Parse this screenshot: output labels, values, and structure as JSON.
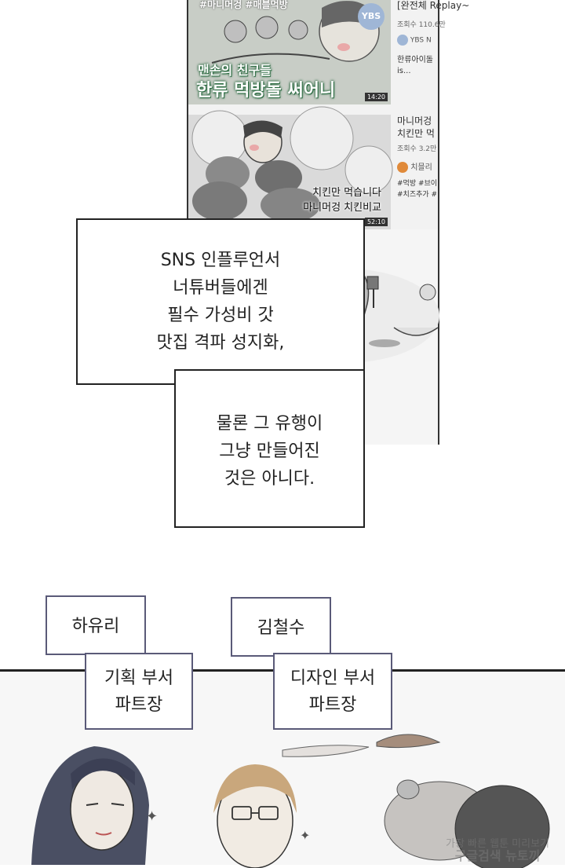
{
  "video_list": [
    {
      "thumbnail_tags": "#마니머겅 #매블먹방",
      "caption_line1": "맨손의 친구들",
      "caption_line2": "한류 먹방돌 써어니",
      "channel_logo": "YBS",
      "duration": "14:20",
      "title": "[완전체 Replay~",
      "views": "조회수 110.6만",
      "channel": "YBS N",
      "description": "한류아이돌 is..."
    },
    {
      "caption_line1": "치킨만 먹습니다",
      "caption_line2": "마니머겅 치킨비교",
      "duration": "52:10",
      "title_line1": "마니머겅",
      "title_line2": "치킨만 먹",
      "views": "조회수 3.2만",
      "channel": "치믈리",
      "tags_line1": "#먹방 #브이",
      "tags_line2": "#치즈추가 #"
    }
  ],
  "narration": {
    "box1": [
      "SNS 인플루언서",
      "너튜버들에겐",
      "필수 가성비 갓",
      "맛집 격파 성지화,"
    ],
    "box2": [
      "물론 그 유행이",
      "그냥 만들어진",
      "것은 아니다."
    ]
  },
  "characters": [
    {
      "name": "하유리",
      "role_line1": "기획 부서",
      "role_line2": "파트장"
    },
    {
      "name": "김철수",
      "role_line1": "디자인 부서",
      "role_line2": "파트장"
    }
  ],
  "watermark": {
    "line1": "가장 빠른 웹툰 미리보기",
    "line2": "구글검색 뉴토끼"
  }
}
